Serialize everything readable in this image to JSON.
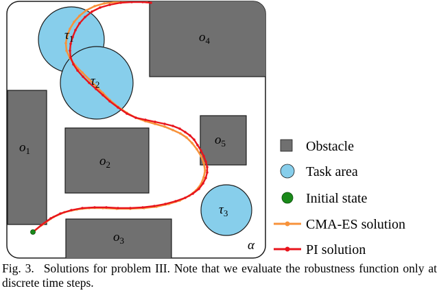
{
  "figure": {
    "workspace_label": "α",
    "obstacles": [
      {
        "id": "o1",
        "letter": "o",
        "index": "1"
      },
      {
        "id": "o2",
        "letter": "o",
        "index": "2"
      },
      {
        "id": "o3",
        "letter": "o",
        "index": "3"
      },
      {
        "id": "o4",
        "letter": "o",
        "index": "4"
      },
      {
        "id": "o5",
        "letter": "o",
        "index": "5"
      }
    ],
    "tasks": [
      {
        "id": "tau1",
        "letter": "τ",
        "index": "1"
      },
      {
        "id": "tau2",
        "letter": "τ",
        "index": "2"
      },
      {
        "id": "tau3",
        "letter": "τ",
        "index": "3"
      }
    ]
  },
  "legend": {
    "items": [
      {
        "label": "Obstacle",
        "symbol": "square",
        "color": "#707070"
      },
      {
        "label": "Task area",
        "symbol": "circle",
        "color": "#87ceeb"
      },
      {
        "label": "Initial state",
        "symbol": "dot",
        "color": "#1a8a1a"
      },
      {
        "label": "CMA-ES solution",
        "symbol": "line",
        "color": "#f7923a"
      },
      {
        "label": "PI solution",
        "symbol": "line",
        "color": "#e8141c"
      }
    ]
  },
  "caption": {
    "label": "Fig. 3.",
    "text": "Solutions for problem III. Note that we evaluate the robustness function only at discrete time steps."
  }
}
